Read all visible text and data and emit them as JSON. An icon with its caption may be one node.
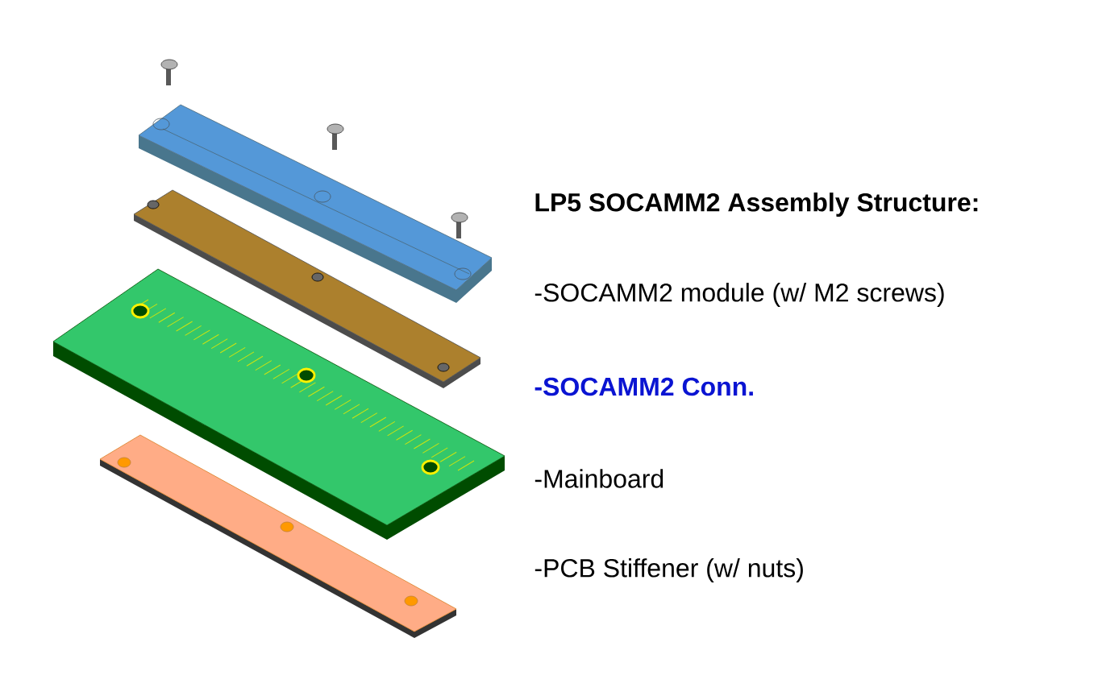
{
  "diagram": {
    "title": "LP5 SOCAMM2 Assembly Structure:",
    "labels": [
      "-SOCAMM2 module (w/ M2 screws)",
      "-SOCAMM2 Conn.",
      "-Mainboard",
      "-PCB Stiffener (w/ nuts)"
    ]
  }
}
